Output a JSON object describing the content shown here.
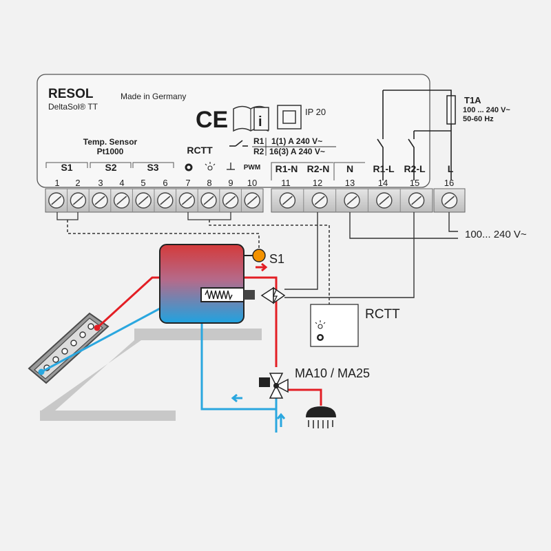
{
  "controller": {
    "brand": "RESOL",
    "model": "DeltaSol® TT",
    "made_in": "Made in Germany",
    "ce": "CE",
    "info_symbol": "i",
    "ip_rating": "IP 20",
    "sensor_type_line1": "Temp. Sensor",
    "sensor_type_line2": "Pt1000",
    "rctt_label": "RCTT",
    "pwm_label": "PWM",
    "relay1_label": "R1",
    "relay2_label": "R2",
    "relay1_rating": "1(1) A 240 V~",
    "relay2_rating": "16(3) A 240 V~",
    "fuse_label": "T1A",
    "fuse_voltage": "100 ... 240 V~",
    "fuse_frequency": "50-60 Hz",
    "terminal_groups": [
      "S1",
      "S2",
      "S3",
      "R1-N",
      "R2-N",
      "N",
      "R1-L",
      "R2-L",
      "L"
    ],
    "terminal_numbers": [
      "1",
      "2",
      "3",
      "4",
      "5",
      "6",
      "7",
      "8",
      "9",
      "10",
      "11",
      "12",
      "13",
      "14",
      "15",
      "16"
    ]
  },
  "system": {
    "sensor_label": "S1",
    "rctt_display_label": "RCTT",
    "valve_label": "MA10 / MA25",
    "mains_label": "100... 240 V~"
  },
  "colors": {
    "hot_pipe": "#e31e24",
    "cold_pipe": "#2aa7df",
    "tank_top": "#d43a3a",
    "tank_bottom": "#1fa3e0",
    "sensor": "#f39200",
    "housing_border": "#555555"
  }
}
